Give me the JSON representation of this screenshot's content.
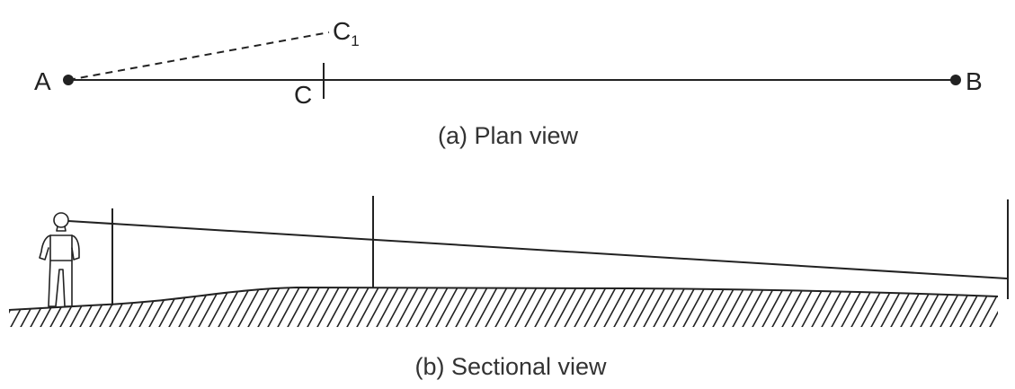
{
  "plan_view": {
    "caption": "(a) Plan view",
    "points": {
      "A": "A",
      "B": "B",
      "C": "C",
      "C1_main": "C",
      "C1_sub": "1"
    }
  },
  "sectional_view": {
    "caption": "(b) Sectional view"
  }
}
